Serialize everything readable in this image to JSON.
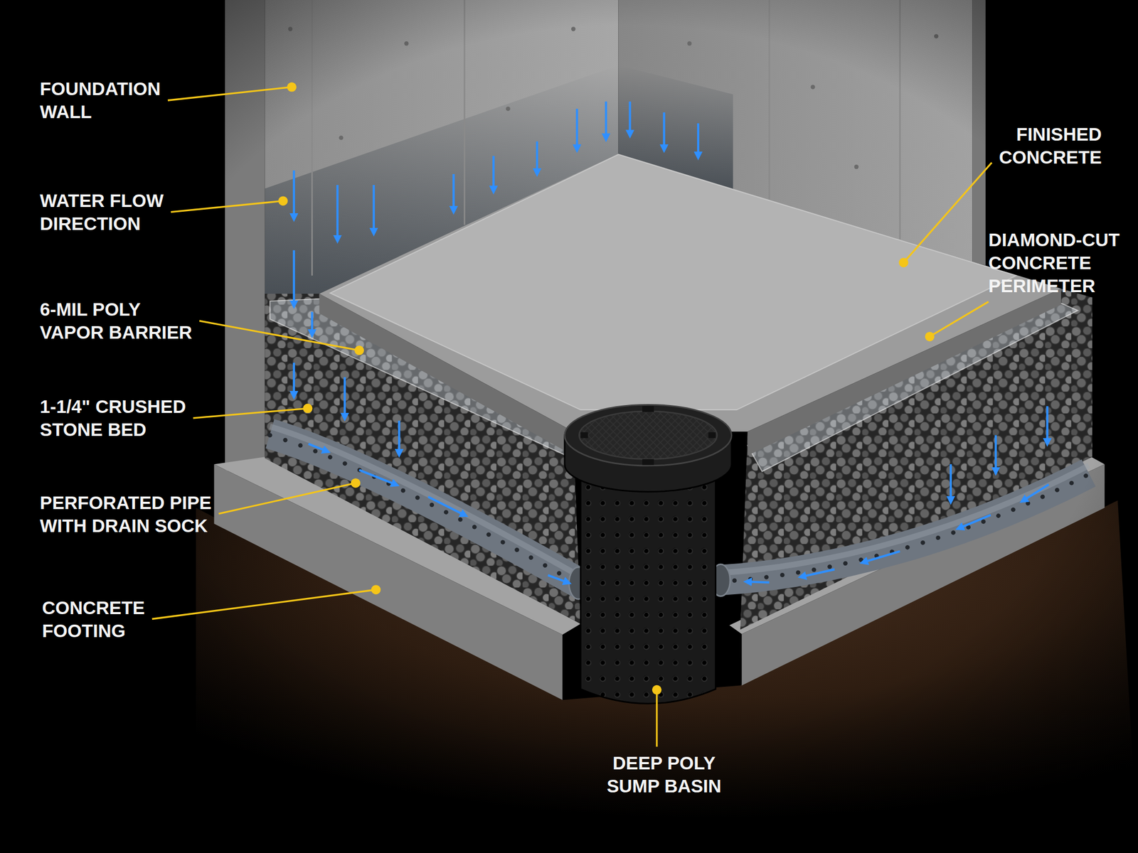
{
  "diagram": {
    "labels": [
      "FOUNDATION WALL",
      "WATER FLOW DIRECTION",
      "6-MIL POLY VAPOR BARRIER",
      "1-1/4\" CRUSHED STONE BED",
      "PERFORATED PIPE WITH DRAIN SOCK",
      "CONCRETE FOOTING",
      "FINISHED CONCRETE",
      "DIAMOND-CUT CONCRETE PERIMETER",
      "DEEP POLY SUMP BASIN"
    ]
  }
}
